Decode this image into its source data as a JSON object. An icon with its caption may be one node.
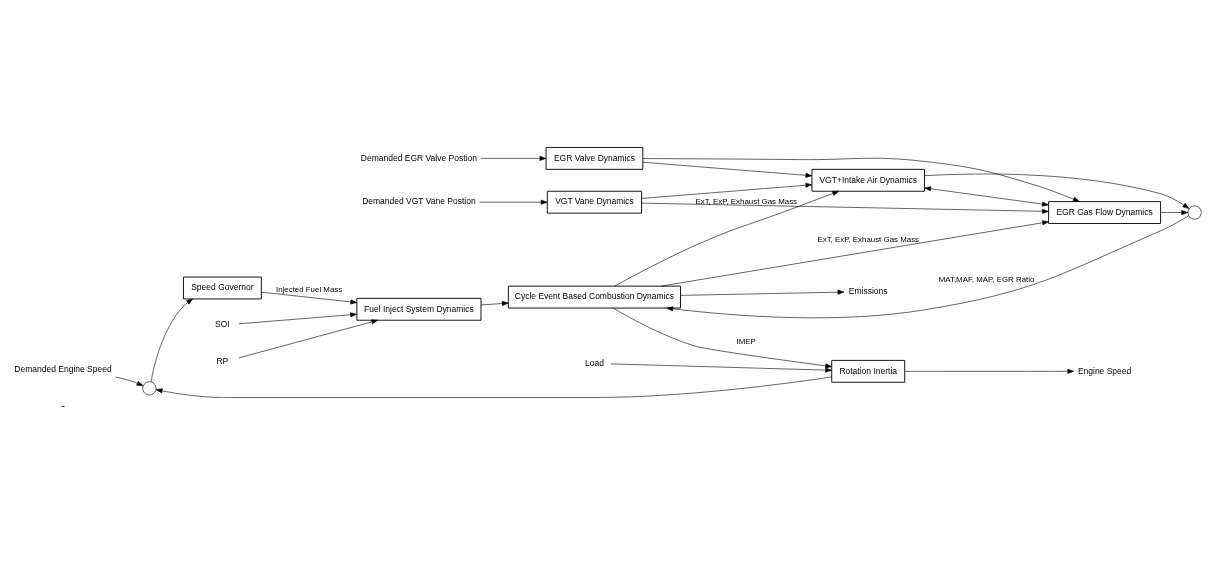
{
  "diagram": {
    "nodes": [
      {
        "text": [
          "Demanded Engine Speed"
        ]
      },
      {
        "text": [],
        "shape": "circle"
      },
      {
        "text": [
          "Speed Governor"
        ]
      },
      {
        "text": [
          "Fuel Inject System Dynamics"
        ]
      },
      {
        "text": [
          "SOI"
        ]
      },
      {
        "text": [
          "RP"
        ]
      },
      {
        "text": [
          "Demanded VGT Vane Postion"
        ]
      },
      {
        "text": [
          "VGT Vane Dynamics"
        ]
      },
      {
        "text": [
          "Demanded EGR Valve Postion"
        ]
      },
      {
        "text": [
          "EGR Valve Dynamics"
        ]
      },
      {
        "text": [
          "VGT+Intake Air Dynamics"
        ]
      },
      {
        "text": [
          "EGR Gas Flow Dynamics"
        ]
      },
      {
        "text": [],
        "shape": "circle"
      },
      {
        "text": [
          "Cycle Event Based Combustion Dynamics"
        ]
      },
      {
        "text": [
          "Load"
        ]
      },
      {
        "text": [
          "Rotation Inertia"
        ]
      },
      {
        "text": [
          "Engine Speed"
        ]
      },
      {
        "text": [
          "Emissions"
        ]
      }
    ],
    "edges": [
      {
        "from": 0,
        "to": 1,
        "arrow": "to"
      },
      {
        "from": 1,
        "to": 2,
        "arrow": "to"
      },
      {
        "from": 2,
        "to": 3,
        "arrow": "to",
        "label": "Injected Fuel Mass"
      },
      {
        "from": 4,
        "to": 3,
        "arrow": "to"
      },
      {
        "from": 5,
        "to": 3,
        "arrow": "to"
      },
      {
        "from": 3,
        "to": 13,
        "arrow": "to"
      },
      {
        "from": 6,
        "to": 7,
        "arrow": "to"
      },
      {
        "from": 8,
        "to": 9,
        "arrow": "to"
      },
      {
        "from": 7,
        "to": 10,
        "arrow": "to"
      },
      {
        "from": 7,
        "to": 11,
        "arrow": "to"
      },
      {
        "from": 9,
        "to": 10,
        "arrow": "to"
      },
      {
        "from": 9,
        "to": 11,
        "arrow": "to"
      },
      {
        "from": 10,
        "to": 11,
        "arrow": "both"
      },
      {
        "from": 10,
        "to": 12,
        "arrow": "to"
      },
      {
        "from": 11,
        "to": 12,
        "arrow": "to"
      },
      {
        "from": 12,
        "to": 13,
        "arrow": "to",
        "label": "MAT,MAF, MAP, EGR Ratio"
      },
      {
        "from": 13,
        "to": 15,
        "arrow": "to",
        "label": "IMEP"
      },
      {
        "from": 14,
        "to": 15,
        "arrow": "to"
      },
      {
        "from": 15,
        "to": 16,
        "arrow": "to"
      },
      {
        "from": 15,
        "to": 1,
        "arrow": "to"
      },
      {
        "from": 13,
        "to": 17,
        "arrow": "to"
      },
      {
        "from": 13,
        "to": 10,
        "arrow": "to",
        "label": "ExT, ExP, Exhaust Gas Mass"
      },
      {
        "from": 13,
        "to": 11,
        "arrow": "to",
        "label": "ExT, ExP, Exhaust Gas Mass"
      }
    ],
    "labels": [
      "-"
    ]
  }
}
